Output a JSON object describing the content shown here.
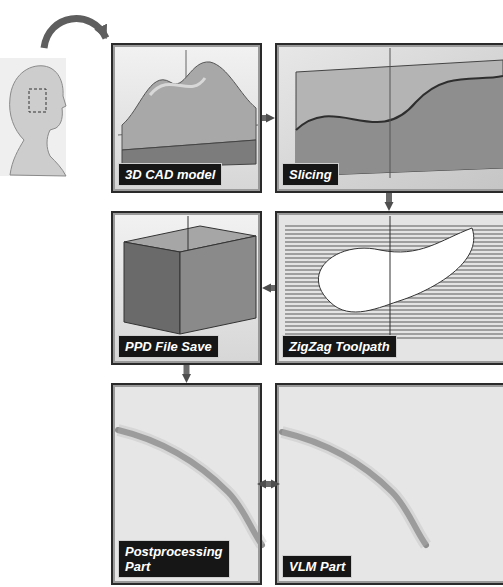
{
  "diagram": {
    "nodes": [
      {
        "text": [
          "3D CAD model"
        ]
      },
      {
        "text": [
          "Slicing"
        ]
      },
      {
        "text": [
          "ZigZag Toolpath"
        ]
      },
      {
        "text": [
          "PPD File Save"
        ]
      },
      {
        "text": [
          "Postprocessing Part"
        ]
      },
      {
        "text": [
          "VLM Part"
        ]
      }
    ],
    "edges": [
      {
        "from": 0,
        "to": 1,
        "arrow": "to"
      },
      {
        "from": 1,
        "to": 2,
        "arrow": "to"
      },
      {
        "from": 2,
        "to": 3,
        "arrow": "to"
      },
      {
        "from": 3,
        "to": 4,
        "arrow": "to"
      },
      {
        "from": 4,
        "to": 5,
        "arrow": "both"
      }
    ]
  }
}
